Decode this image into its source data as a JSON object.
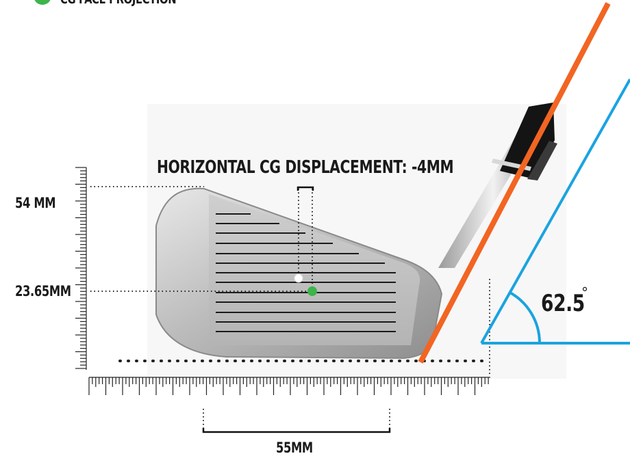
{
  "legend": {
    "text": "CG FACE PROJECTION",
    "marker_color": "#3cb54a"
  },
  "title": "HORIZONTAL CG DISPLACEMENT: -4MM",
  "vertical": {
    "top_label": "54 MM",
    "cg_label": "23.65MM"
  },
  "width_label": "55MM",
  "angle": {
    "value": "62.5",
    "unit": "°"
  },
  "colors": {
    "lie_line": "#f26522",
    "angle_lines": "#1aa3e0",
    "cg_point": "#3cb54a",
    "center_point": "#ffffff",
    "text": "#1a1a1a"
  }
}
